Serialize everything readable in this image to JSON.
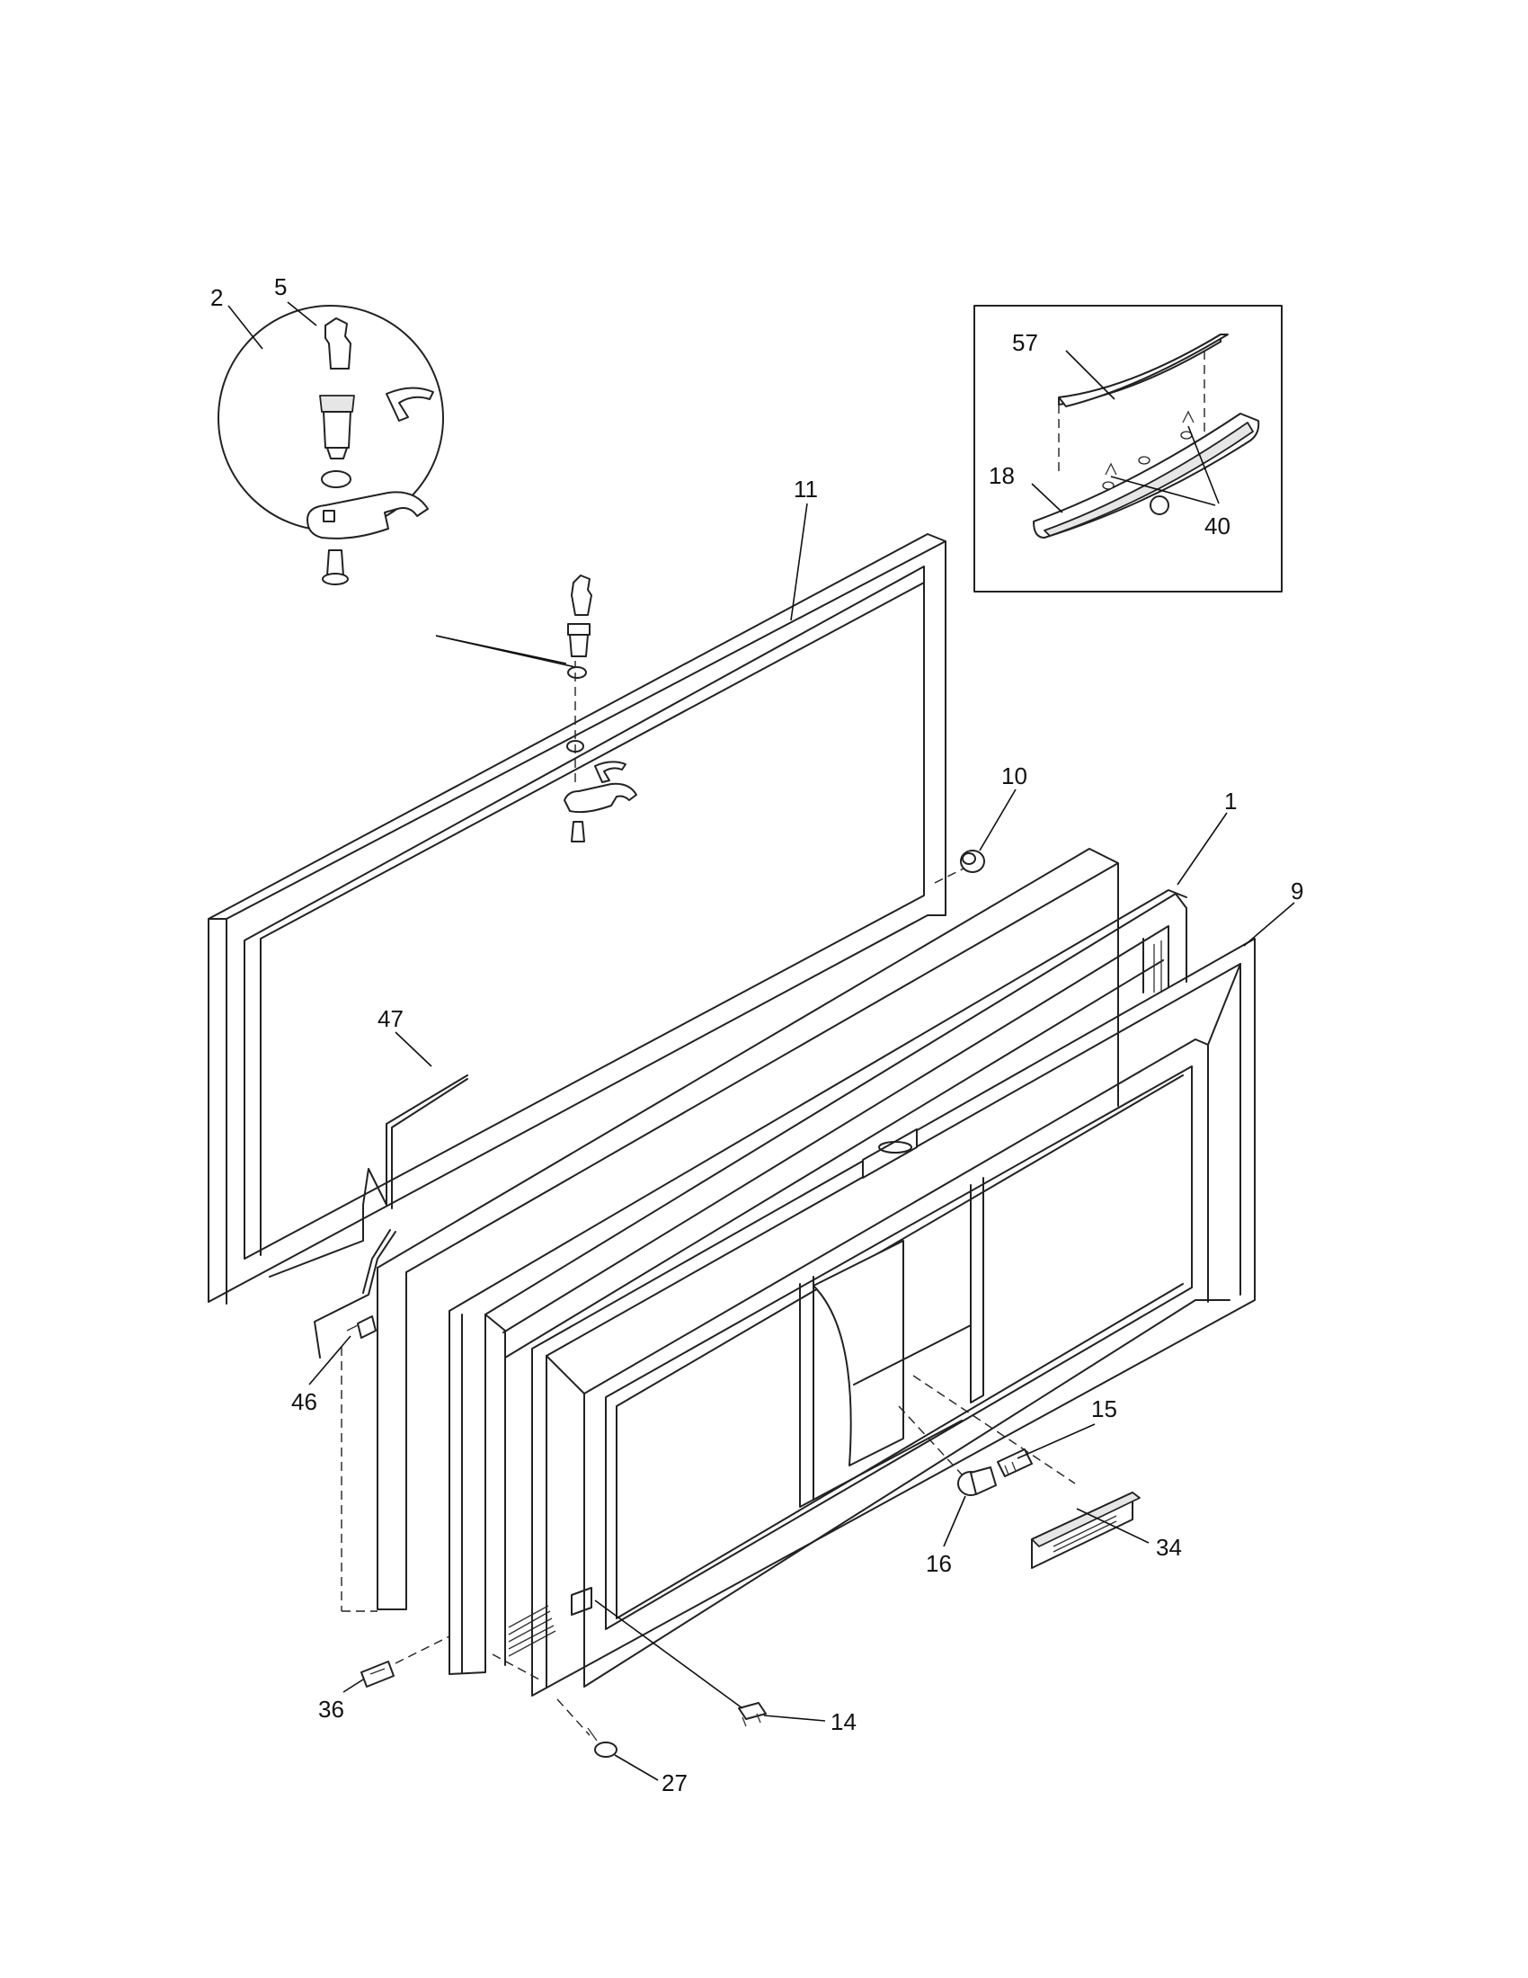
{
  "callouts": {
    "c1": "1",
    "c2": "2",
    "c5": "5",
    "c9": "9",
    "c10": "10",
    "c11": "11",
    "c14": "14",
    "c15": "15",
    "c16": "16",
    "c18": "18",
    "c27": "27",
    "c34": "34",
    "c36": "36",
    "c40": "40",
    "c46": "46",
    "c47": "47",
    "c57": "57"
  }
}
